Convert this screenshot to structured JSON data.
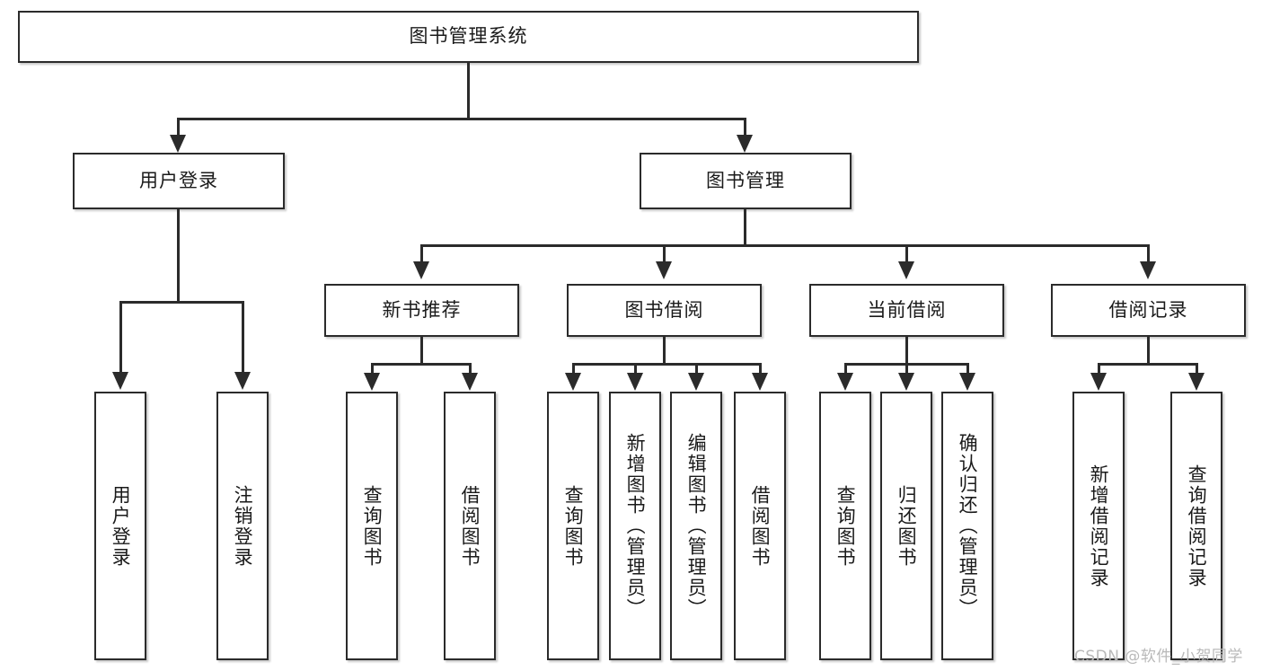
{
  "diagram": {
    "type": "tree-hierarchy-flowchart",
    "root": {
      "label": "图书管理系统"
    },
    "level2": [
      {
        "id": "user-login",
        "label": "用户登录"
      },
      {
        "id": "book-management",
        "label": "图书管理"
      }
    ],
    "level3": [
      {
        "id": "new-book-recommend",
        "label": "新书推荐"
      },
      {
        "id": "book-borrow",
        "label": "图书借阅"
      },
      {
        "id": "current-borrow",
        "label": "当前借阅"
      },
      {
        "id": "borrow-record",
        "label": "借阅记录"
      }
    ],
    "leaves": {
      "user_login": [
        {
          "id": "leaf-user-login",
          "label": "用户登录"
        },
        {
          "id": "leaf-logout-login",
          "label": "注销登录"
        }
      ],
      "new_book_recommend": [
        {
          "id": "leaf-query-book-1",
          "label": "查询图书"
        },
        {
          "id": "leaf-borrow-book-1",
          "label": "借阅图书"
        }
      ],
      "book_borrow": [
        {
          "id": "leaf-query-book-2",
          "label": "查询图书"
        },
        {
          "id": "leaf-add-book",
          "label": "新增图书（管理员）"
        },
        {
          "id": "leaf-edit-book",
          "label": "编辑图书（管理员）"
        },
        {
          "id": "leaf-borrow-book-2",
          "label": "借阅图书"
        }
      ],
      "current_borrow": [
        {
          "id": "leaf-query-book-3",
          "label": "查询图书"
        },
        {
          "id": "leaf-return-book",
          "label": "归还图书"
        },
        {
          "id": "leaf-confirm-return",
          "label": "确认归还（管理员）"
        }
      ],
      "borrow_record": [
        {
          "id": "leaf-add-borrow-record",
          "label": "新增借阅记录"
        },
        {
          "id": "leaf-query-borrow-record",
          "label": "查询借阅记录"
        }
      ]
    },
    "colors": {
      "border": "#2b2b2b",
      "background": "#ffffff",
      "text": "#1a1a1a",
      "watermark": "#b9b9b9"
    }
  },
  "watermark": {
    "text": "CSDN @软件_小贺同学"
  }
}
